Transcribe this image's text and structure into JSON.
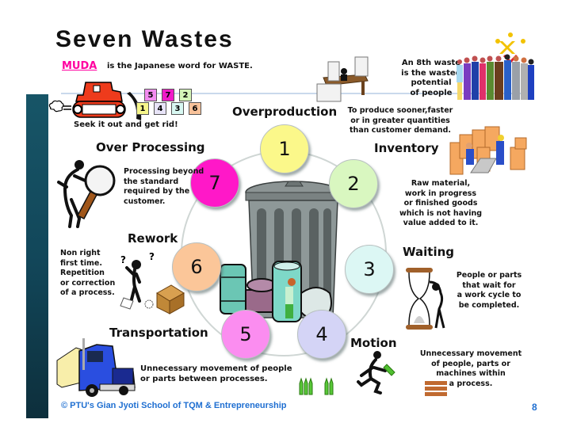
{
  "slide": {
    "title": "Seven Wastes",
    "muda_word": "MUDA",
    "muda_description": "is the Japanese word for WASTE.",
    "bulldozer_caption": "Seek it out and get rid!",
    "blocks_top": [
      "5",
      "7",
      "2"
    ],
    "blocks_bottom": [
      "1",
      "4",
      "3",
      "6"
    ],
    "eighth_waste": "An 8th waste\nis the wasted\npotential\nof people",
    "footer": "© PTU's Gian Jyoti School of TQM & Entrepreneurship",
    "page_number": "8"
  },
  "wastes": [
    {
      "number": "1",
      "name": "Overproduction",
      "description": "To produce sooner,faster\nor in greater quantities\nthan customer demand.",
      "color": "#fbf88a"
    },
    {
      "number": "2",
      "name": "Inventory",
      "description": "Raw material,\nwork in progress\nor finished goods\nwhich is not having\nvalue added to it.",
      "color": "#d9f7c0"
    },
    {
      "number": "3",
      "name": "Waiting",
      "description": "People or parts\nthat wait for\na work cycle to\nbe completed.",
      "color": "#dcf7f4"
    },
    {
      "number": "4",
      "name": "Motion",
      "description": "Unnecessary movement\nof people, parts or\nmachines within\na process.",
      "color": "#d4d4f6"
    },
    {
      "number": "5",
      "name": "Transportation",
      "description": "Unnecessary movement of people\nor parts between processes.",
      "color": "#fb8df0"
    },
    {
      "number": "6",
      "name": "Rework",
      "description": "Non right\nfirst time.\nRepetition\nor correction\nof a process.",
      "color": "#fbc699"
    },
    {
      "number": "7",
      "name": "Over Processing",
      "description": "Processing beyond\nthe standard\nrequired by the\ncustomer.",
      "color": "#ff18c8"
    }
  ],
  "block_colors": {
    "1": "#f6f68a",
    "2": "#d4f5b8",
    "3": "#d8f8f2",
    "4": "#e8e4f8",
    "5": "#f28cf0",
    "6": "#f8c29a",
    "7": "#f01cc8"
  }
}
